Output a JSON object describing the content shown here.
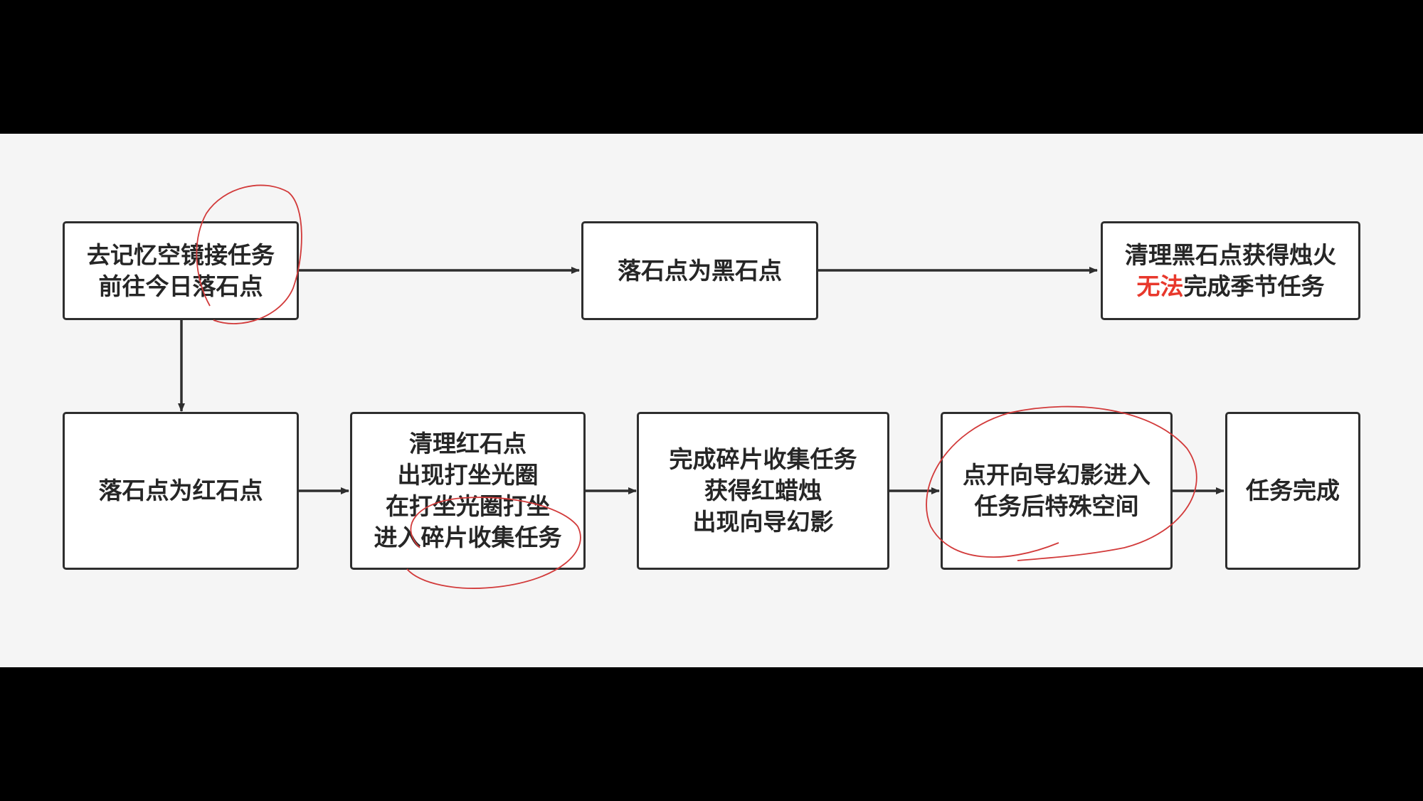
{
  "diagram": {
    "nodes": [
      {
        "id": "n1",
        "lines": [
          "去记忆空镜接任务",
          "前往今日落石点"
        ]
      },
      {
        "id": "n2",
        "lines": [
          "落石点为黑石点"
        ]
      },
      {
        "id": "n3",
        "line1": "清理黑石点获得烛火",
        "line2_highlight": "无法",
        "line2_rest": "完成季节任务"
      },
      {
        "id": "n4",
        "lines": [
          "落石点为红石点"
        ]
      },
      {
        "id": "n5",
        "lines": [
          "清理红石点",
          "出现打坐光圈",
          "在打坐光圈打坐",
          "进入碎片收集任务"
        ]
      },
      {
        "id": "n6",
        "lines": [
          "完成碎片收集任务",
          "获得红蜡烛",
          "出现向导幻影"
        ]
      },
      {
        "id": "n7",
        "lines": [
          "点开向导幻影进入",
          "任务后特殊空间"
        ]
      },
      {
        "id": "n8",
        "lines": [
          "任务完成"
        ]
      }
    ],
    "edges": [
      {
        "from": "n1",
        "to": "n2"
      },
      {
        "from": "n2",
        "to": "n3"
      },
      {
        "from": "n1",
        "to": "n4"
      },
      {
        "from": "n4",
        "to": "n5"
      },
      {
        "from": "n5",
        "to": "n6"
      },
      {
        "from": "n6",
        "to": "n7"
      },
      {
        "from": "n7",
        "to": "n8"
      }
    ],
    "colors": {
      "background_band": "#f5f5f5",
      "letterbox": "#000000",
      "box_border": "#2e2e2e",
      "text": "#262626",
      "highlight_text": "#e8382c",
      "annotation_ink": "#d23a3a"
    }
  }
}
